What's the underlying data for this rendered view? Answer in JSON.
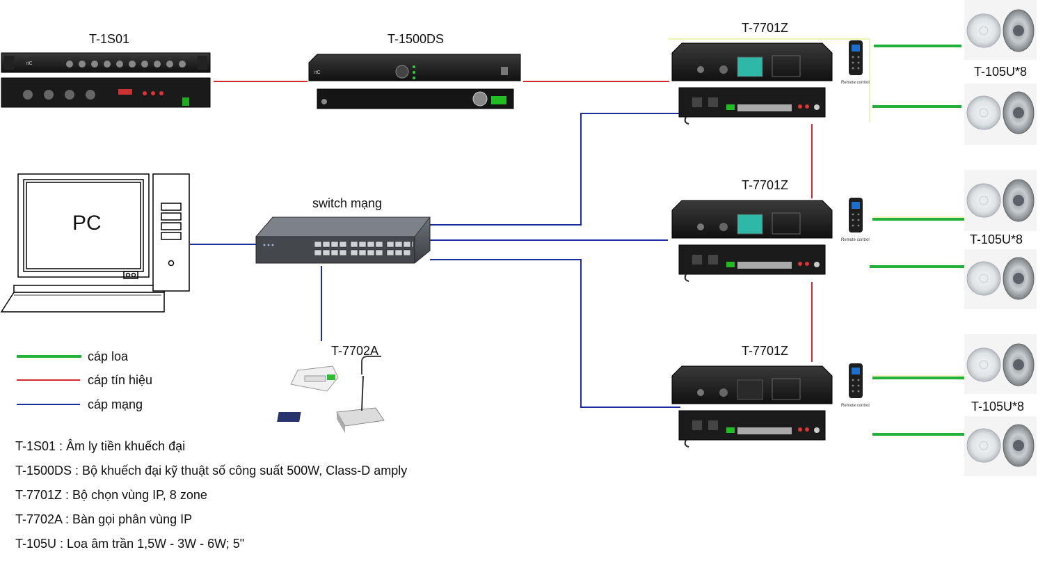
{
  "devices": {
    "preamp": "T-1S01",
    "amplifier": "T-1500DS",
    "zone1": "T-7701Z",
    "zone2": "T-7701Z",
    "zone3": "T-7701Z",
    "switch": "switch mạng",
    "pc": "PC",
    "mic": "T-7702A",
    "spk1": "T-105U*8",
    "spk2": "T-105U*8",
    "spk3": "T-105U*8",
    "remote_caption": "Remote control"
  },
  "colors": {
    "speaker_cable": "#22b03a",
    "signal_cable": "#d42a2a",
    "network_cable": "#1b2d9c"
  },
  "legend": {
    "speaker_cable": "cáp loa",
    "signal_cable": "cáp tín hiệu",
    "network_cable": "cáp mạng"
  },
  "descriptions": [
    "T-1S01 : Âm ly tiền khuếch đại",
    "T-1500DS : Bộ khuếch đại kỹ thuật số công suất 500W, Class-D amply",
    "T-7701Z : Bộ chọn vùng IP, 8 zone",
    "T-7702A : Bàn gọi phân vùng IP",
    "T-105U : Loa âm trần 1,5W - 3W - 6W; 5\""
  ]
}
